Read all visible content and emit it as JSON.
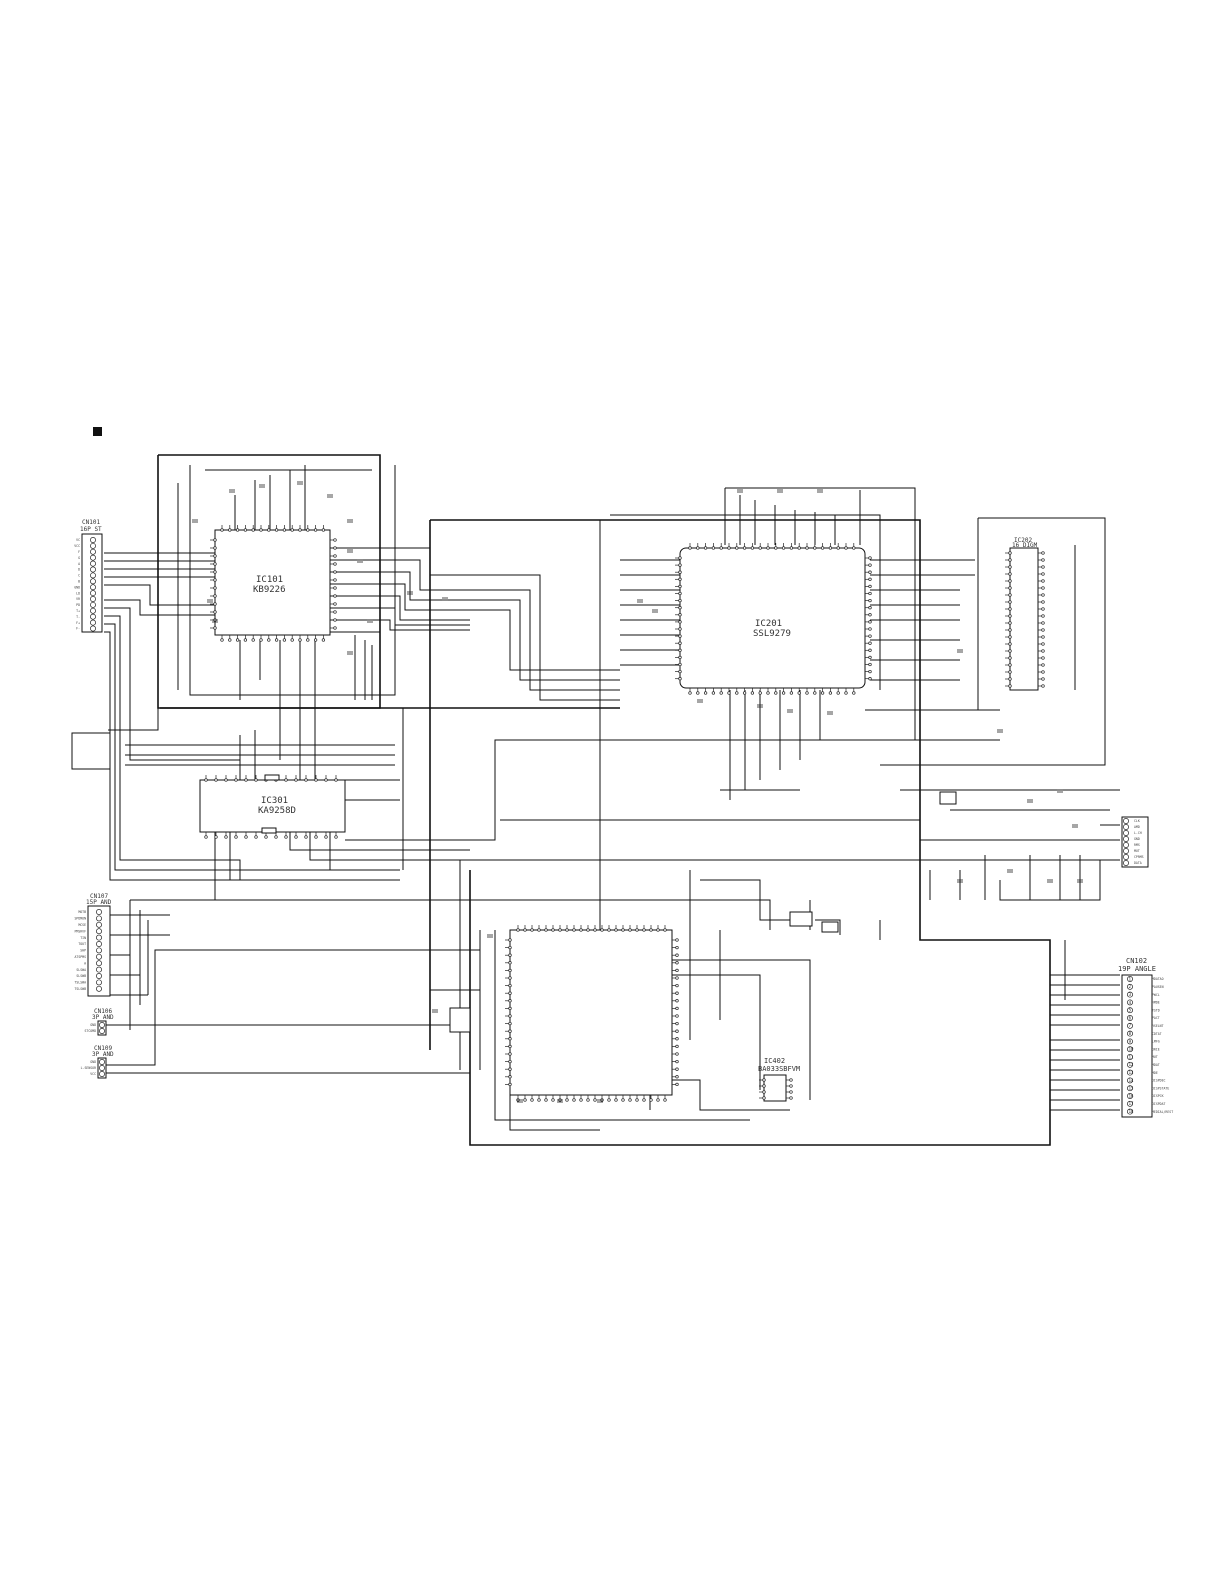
{
  "section_marker": "■",
  "components": {
    "ic101": {
      "ref": "IC101",
      "part": "KB9226"
    },
    "ic201": {
      "ref": "IC201",
      "part": "SSL9279"
    },
    "ic301": {
      "ref": "IC301",
      "part": "KA9258D"
    },
    "ic402": {
      "ref": "IC402",
      "part": "BA033SBFVM"
    },
    "ic202": {
      "ref": "IC202",
      "part": "16 DIGM"
    }
  },
  "connectors": {
    "cn101": {
      "ref": "CN101",
      "desc": "16P ST"
    },
    "cn107": {
      "ref": "CN107",
      "desc": "15P AND"
    },
    "cn102": {
      "ref": "CN102",
      "desc": "19P ANGLE"
    },
    "cn106": {
      "ref": "CN106",
      "desc": "3P AND"
    },
    "cn109": {
      "ref": "CN109",
      "desc": "3P AND"
    }
  },
  "cn101_pins": [
    "VC",
    "VCC",
    "F",
    "G",
    "A",
    "D",
    "C",
    "B",
    "GND",
    "LD",
    "VR",
    "PD",
    "T+",
    "T-",
    "F+",
    "F-"
  ],
  "cn107_pins": [
    "MOTB",
    "SPDMON",
    "MCSE",
    "PMSRVF",
    "TIN",
    "TOUT",
    "SHP",
    "ATSPMS",
    "A",
    "SLSWA",
    "SLSWB",
    "TSLSWA",
    "TSLSWB"
  ],
  "cn102_pins": [
    "MDATAO",
    "PAUSEN",
    "PWCL",
    "RMDE",
    "TSTD",
    "PACT",
    "RSELNT",
    "CDTAT",
    "LMFG",
    "DRIE",
    "MUT",
    "MDAT",
    "MDE",
    "DISPDEC",
    "DISPSTATE",
    "DISPCK",
    "DISPDAT",
    "MEDIAL/REST"
  ],
  "cn106_pins": [
    "GND",
    "STCOMD"
  ],
  "cn109_pins": [
    "GND",
    "L-SENSOR",
    "VCC"
  ],
  "right_small_connector_pins": [
    "CLK",
    "AMD",
    "L-CH",
    "GND",
    "RMS",
    "MUT",
    "CPRMS",
    "DATA"
  ]
}
